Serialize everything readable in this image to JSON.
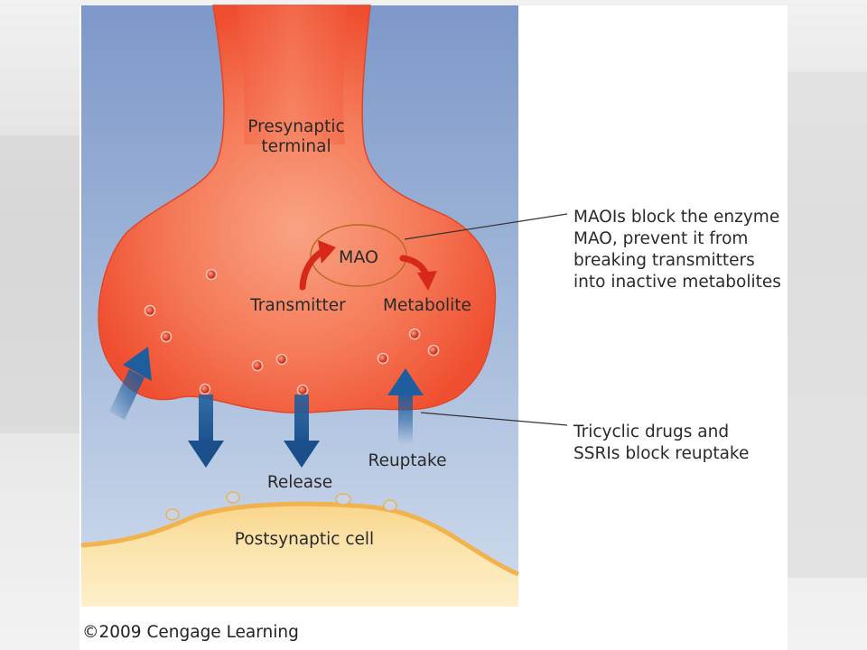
{
  "labels": {
    "presynaptic": [
      "Presynaptic",
      "terminal"
    ],
    "mao": "MAO",
    "transmitter": "Transmitter",
    "metabolite": "Metabolite",
    "release": "Release",
    "reuptake": "Reuptake",
    "postsynaptic": "Postsynaptic cell"
  },
  "notes": {
    "maoi": [
      "MAOIs block the enzyme",
      "MAO, prevent it from",
      "breaking transmitters",
      "into inactive metabolites"
    ],
    "tricyclic": [
      "Tricyclic drugs and",
      "SSRIs block reuptake"
    ]
  },
  "copyright": "©2009 Cengage Learning",
  "colors": {
    "terminal": "#f25b3c",
    "terminal_light": "#f9a384",
    "cleft_top": "#7d98c9",
    "cleft_bottom": "#c8d6ea",
    "postsynaptic": "#fbe0a0",
    "postsynaptic_edge": "#f2b24c",
    "arrow_blue": "#1f5e9e",
    "arrow_red": "#d8271b",
    "vesicle": "#d8321f"
  }
}
